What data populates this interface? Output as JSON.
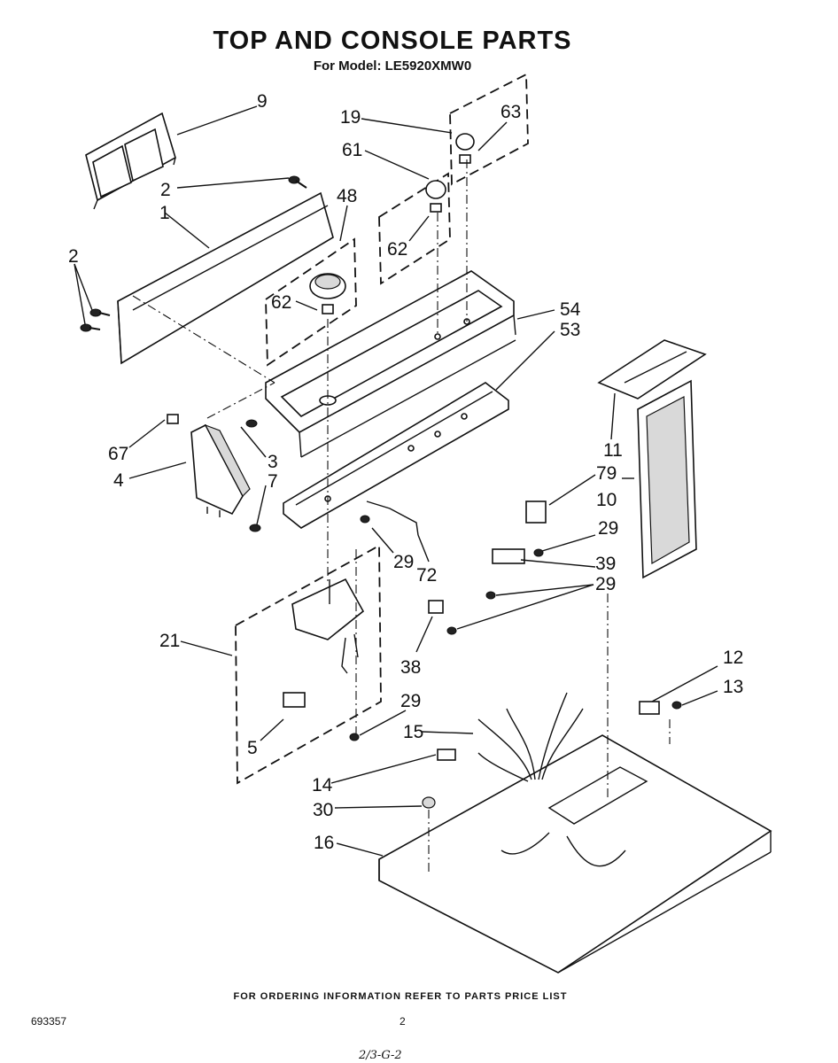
{
  "header": {
    "title": "TOP AND CONSOLE PARTS",
    "subtitle": "For Model: LE5920XMW0"
  },
  "footer": {
    "note": "FOR ORDERING INFORMATION REFER TO PARTS PRICE LIST",
    "doc_number": "693357",
    "page_number": "2",
    "handwritten": "2/3-G-2"
  },
  "callouts": [
    "9",
    "2",
    "1",
    "48",
    "19",
    "63",
    "61",
    "62",
    "2",
    "62",
    "54",
    "53",
    "67",
    "3",
    "4",
    "7",
    "11",
    "79",
    "10",
    "29",
    "39",
    "29",
    "29",
    "72",
    "21",
    "38",
    "12",
    "13",
    "29",
    "15",
    "5",
    "14",
    "30",
    "16"
  ]
}
